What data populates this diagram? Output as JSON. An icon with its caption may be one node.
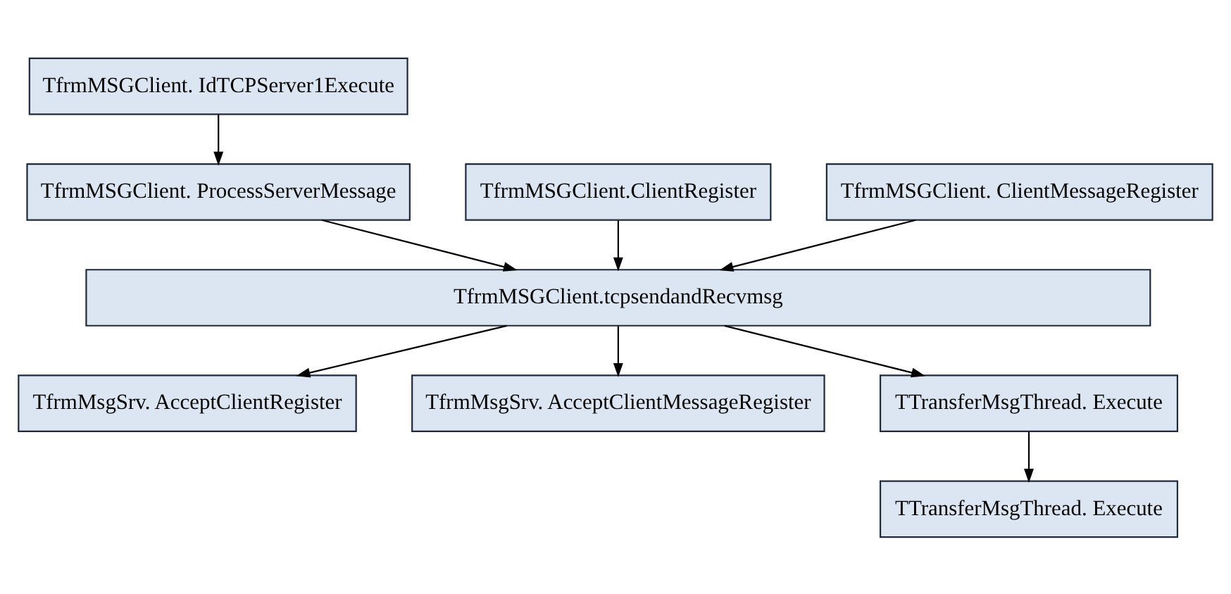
{
  "diagram": {
    "nodes": [
      {
        "text": [
          "TfrmMSGClient. IdTCPServer1Execute"
        ]
      },
      {
        "text": [
          "TfrmMSGClient.ClientRegister"
        ]
      },
      {
        "text": [
          "TfrmMSGClient. ClientMessageRegister"
        ]
      },
      {
        "text": [
          "TfrmMSGClient. ProcessServerMessage"
        ]
      },
      {
        "text": [
          "TfrmMSGClient.tcpsendandRecvmsg"
        ]
      },
      {
        "text": [
          "TfrmMsgSrv. AcceptClientRegister"
        ]
      },
      {
        "text": [
          "TfrmMsgSrv. AcceptClientMessageRegister"
        ]
      },
      {
        "text": [
          "TTransferMsgThread. Execute"
        ]
      },
      {
        "text": [
          "TTransferMsgThread. Execute"
        ]
      }
    ],
    "edges": [
      {
        "from": 0,
        "to": 3,
        "arrow": "to"
      },
      {
        "from": 1,
        "to": 4,
        "arrow": "to"
      },
      {
        "from": 2,
        "to": 4,
        "arrow": "to"
      },
      {
        "from": 3,
        "to": 4,
        "arrow": "to"
      },
      {
        "from": 4,
        "to": 5,
        "arrow": "to"
      },
      {
        "from": 4,
        "to": 6,
        "arrow": "to"
      },
      {
        "from": 4,
        "to": 7,
        "arrow": "to"
      },
      {
        "from": 7,
        "to": 8,
        "arrow": "to"
      }
    ]
  }
}
